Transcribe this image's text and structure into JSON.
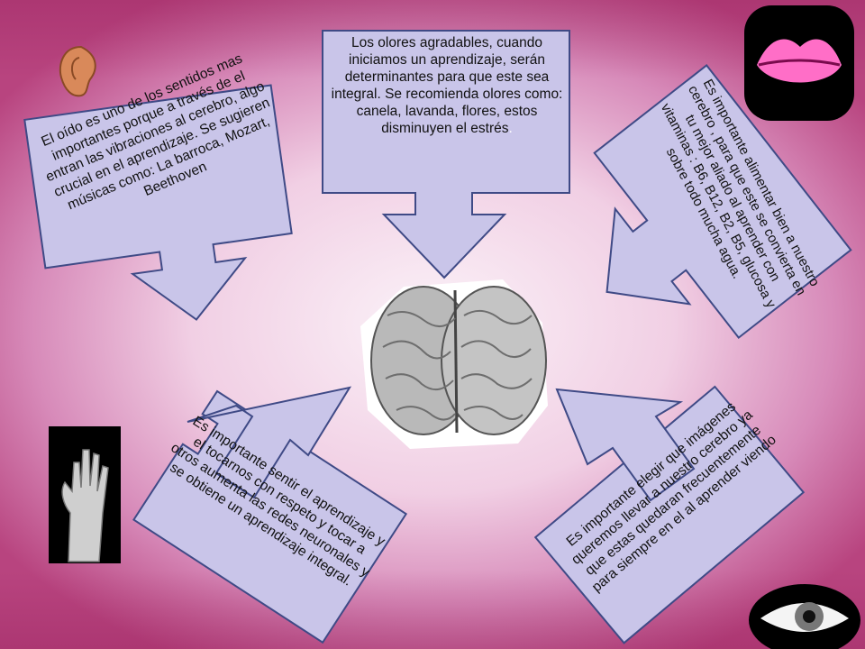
{
  "callouts": {
    "top": {
      "text": "Los olores agradables, cuando iniciamos un aprendizaje, serán determinantes para que este sea integral. Se recomienda olores como: canela, lavanda, flores, estos disminuyen el estrés",
      "end": "."
    },
    "left": {
      "text": "El oído es uno de los sentidos mas importantes porque a través de el entran las vibraciones al cerebro, algo crucial en el aprendizaje. Se sugieren músicas como: La barroca, Mozart, Beethoven"
    },
    "right": {
      "text": "Es  importante alimentar bien a nuestro cerebro , para que este se convierta en tu mejor aliado al aprender con vitaminas : B6, B12, B2, B5, glucosa y sobre todo mucha agua."
    },
    "bottom_left": {
      "text": "Es importante sentir el aprendizaje y el tocarnos con respeto y tocar a otros  aumenta las redes neuronales y se obtiene un aprendizaje integral."
    },
    "bottom_right": {
      "text": "Es importante elegir que imágenes queremos llevar a nuestro cerebro ya que estas quedaran frecuentemente para siempre en el al aprender viendo"
    }
  },
  "icons": {
    "center": "brain-icon",
    "top_left": "ear-icon",
    "top_right": "lips-icon",
    "bottom_left": "hand-icon",
    "bottom_right": "eye-icon"
  },
  "colors": {
    "box_fill": "#c9c5e9",
    "box_stroke": "#3f4a86",
    "background_center": "#fbf2f8",
    "background_edge": "#b8447f"
  }
}
